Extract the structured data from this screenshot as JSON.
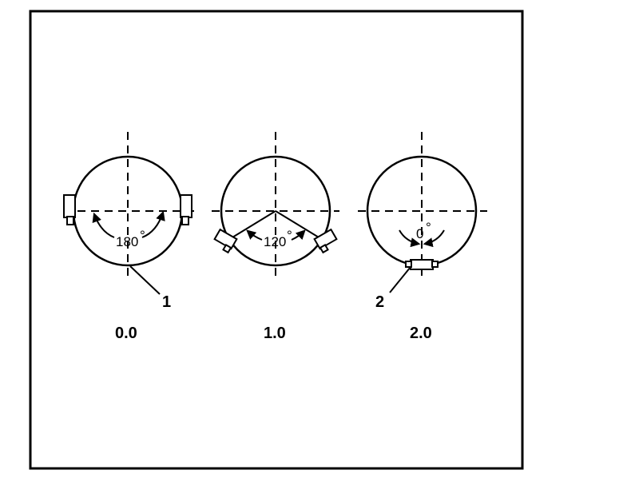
{
  "diagrams": [
    {
      "label": "0.0",
      "angle": "180",
      "degree_mark": "°",
      "callout": "1"
    },
    {
      "label": "1.0",
      "angle": "120",
      "degree_mark": "°",
      "callout": ""
    },
    {
      "label": "2.0",
      "angle": "0",
      "degree_mark": "°",
      "callout": "2"
    }
  ],
  "colors": {
    "line": "#000000",
    "background": "#ffffff"
  }
}
